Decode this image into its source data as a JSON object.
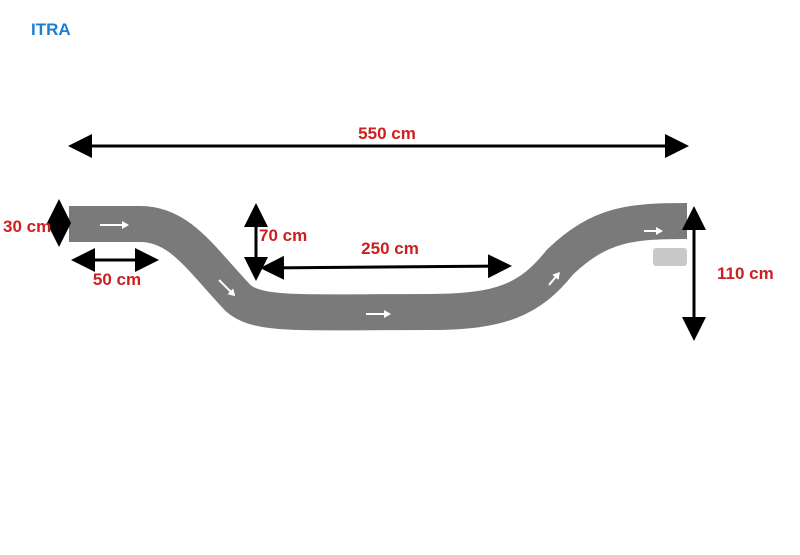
{
  "brand": {
    "label": "ITRA",
    "color": "#1a7fd4"
  },
  "colors": {
    "track": "#7a7a7a",
    "track_arrow": "#ffffff",
    "dimension_line": "#000000",
    "dimension_text": "#cc1f1f",
    "ramp_block": "#c8c8c8"
  },
  "dimensions": {
    "total_length": "550 cm",
    "track_width": "30 cm",
    "start_straight": "50 cm",
    "drop_height": "70 cm",
    "bottom_straight": "250 cm",
    "end_height": "110 cm"
  },
  "icons": {
    "arrow": "arrow-right-icon",
    "ramp": "ramp-block-icon"
  }
}
